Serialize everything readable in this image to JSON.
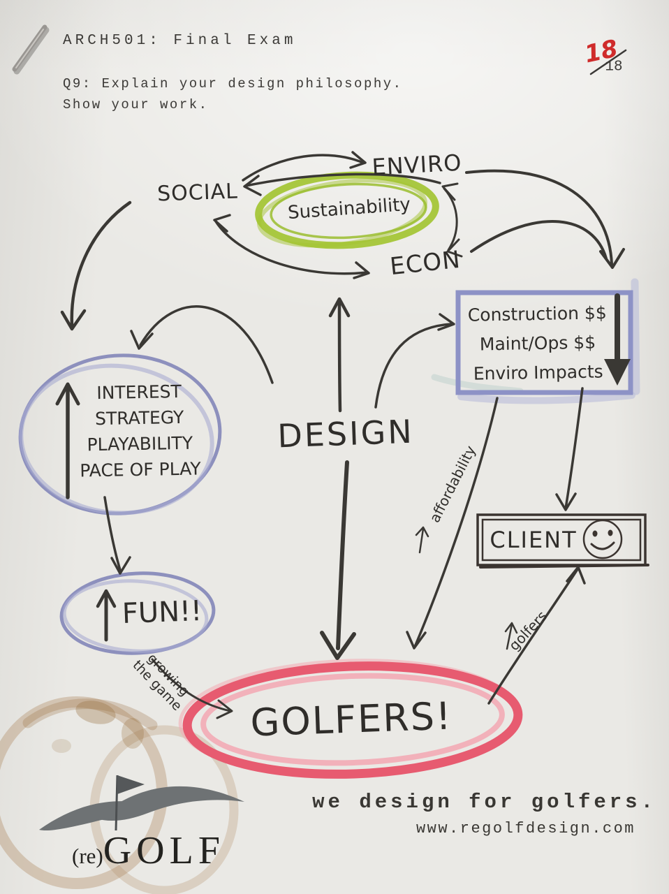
{
  "header": {
    "course_title": "ARCH501: Final Exam",
    "question": "Q9: Explain your design philosophy.",
    "instruction": "Show your work.",
    "grade": {
      "score": "18",
      "out_of": "18"
    }
  },
  "diagram": {
    "center_bubble": {
      "label": "Sustainability",
      "circle_color": "#a3c432"
    },
    "pillars": {
      "enviro": "ENVIRO",
      "social": "SOCIAL",
      "econ": "ECON"
    },
    "design_node": "DESIGN",
    "golfer_experience": {
      "items": [
        "INTEREST",
        "STRATEGY",
        "PLAYABILITY",
        "PACE OF PLAY"
      ],
      "circle_color": "#8d90bd"
    },
    "fun_node": {
      "label": "FUN!!",
      "circle_color": "#8d90bd"
    },
    "costs_box": {
      "items": [
        "Construction $$",
        "Maint/Ops $$",
        "Enviro Impacts"
      ],
      "border_color": "#8d92c6"
    },
    "client_node": {
      "label": "CLIENT"
    },
    "golfers_node": {
      "label": "GOLFERS!",
      "circle_color": "#e75b70"
    },
    "edge_labels": {
      "affordability": "affordability",
      "golfers": "golfers",
      "growing_line1": "growing",
      "growing_line2": "the game"
    }
  },
  "footer": {
    "tagline": "we design for golfers.",
    "website": "www.regolfdesign.com",
    "logo_prefix": "(re)",
    "logo_name": "GOLF"
  },
  "colors": {
    "ink": "#34322e",
    "red_grade": "#cf2b2b",
    "green_marker": "#a3c432",
    "purple_marker": "#8d90bd",
    "pink_marker": "#e75b70",
    "paper": "#eae9e5"
  }
}
